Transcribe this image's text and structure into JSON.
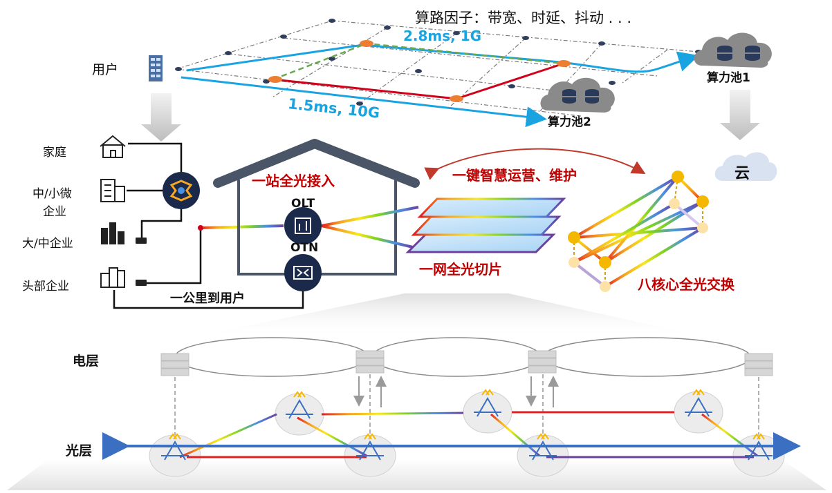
{
  "top": {
    "factors_text": "算路因子：带宽、时延、抖动 . . .",
    "user_label": "用户",
    "path_high": "2.8ms, 1G",
    "path_low": "1.5ms, 10G",
    "pool1_label": "算力池1",
    "pool2_label": "算力池2",
    "cloud_label": "云"
  },
  "access": {
    "home": "家庭",
    "sme_line1": "中/小微",
    "sme_line2": "企业",
    "large": "大/中企业",
    "head": "头部企业",
    "last_mile": "一公里到用户"
  },
  "house": {
    "title": "一站全光接入",
    "olt": "OLT",
    "otn": "OTN"
  },
  "slicing": {
    "label": "一网全光切片",
    "ops": "一键智慧运营、维护"
  },
  "core": {
    "label": "八核心全光交换"
  },
  "layers": {
    "electric": "电层",
    "optical": "光层"
  },
  "colors": {
    "accent_red": "#c00000",
    "accent_blue": "#19a3e0",
    "dark_navy": "#1b2a4a",
    "house_gray": "#4a5568",
    "orange_node": "#ed7d31"
  }
}
